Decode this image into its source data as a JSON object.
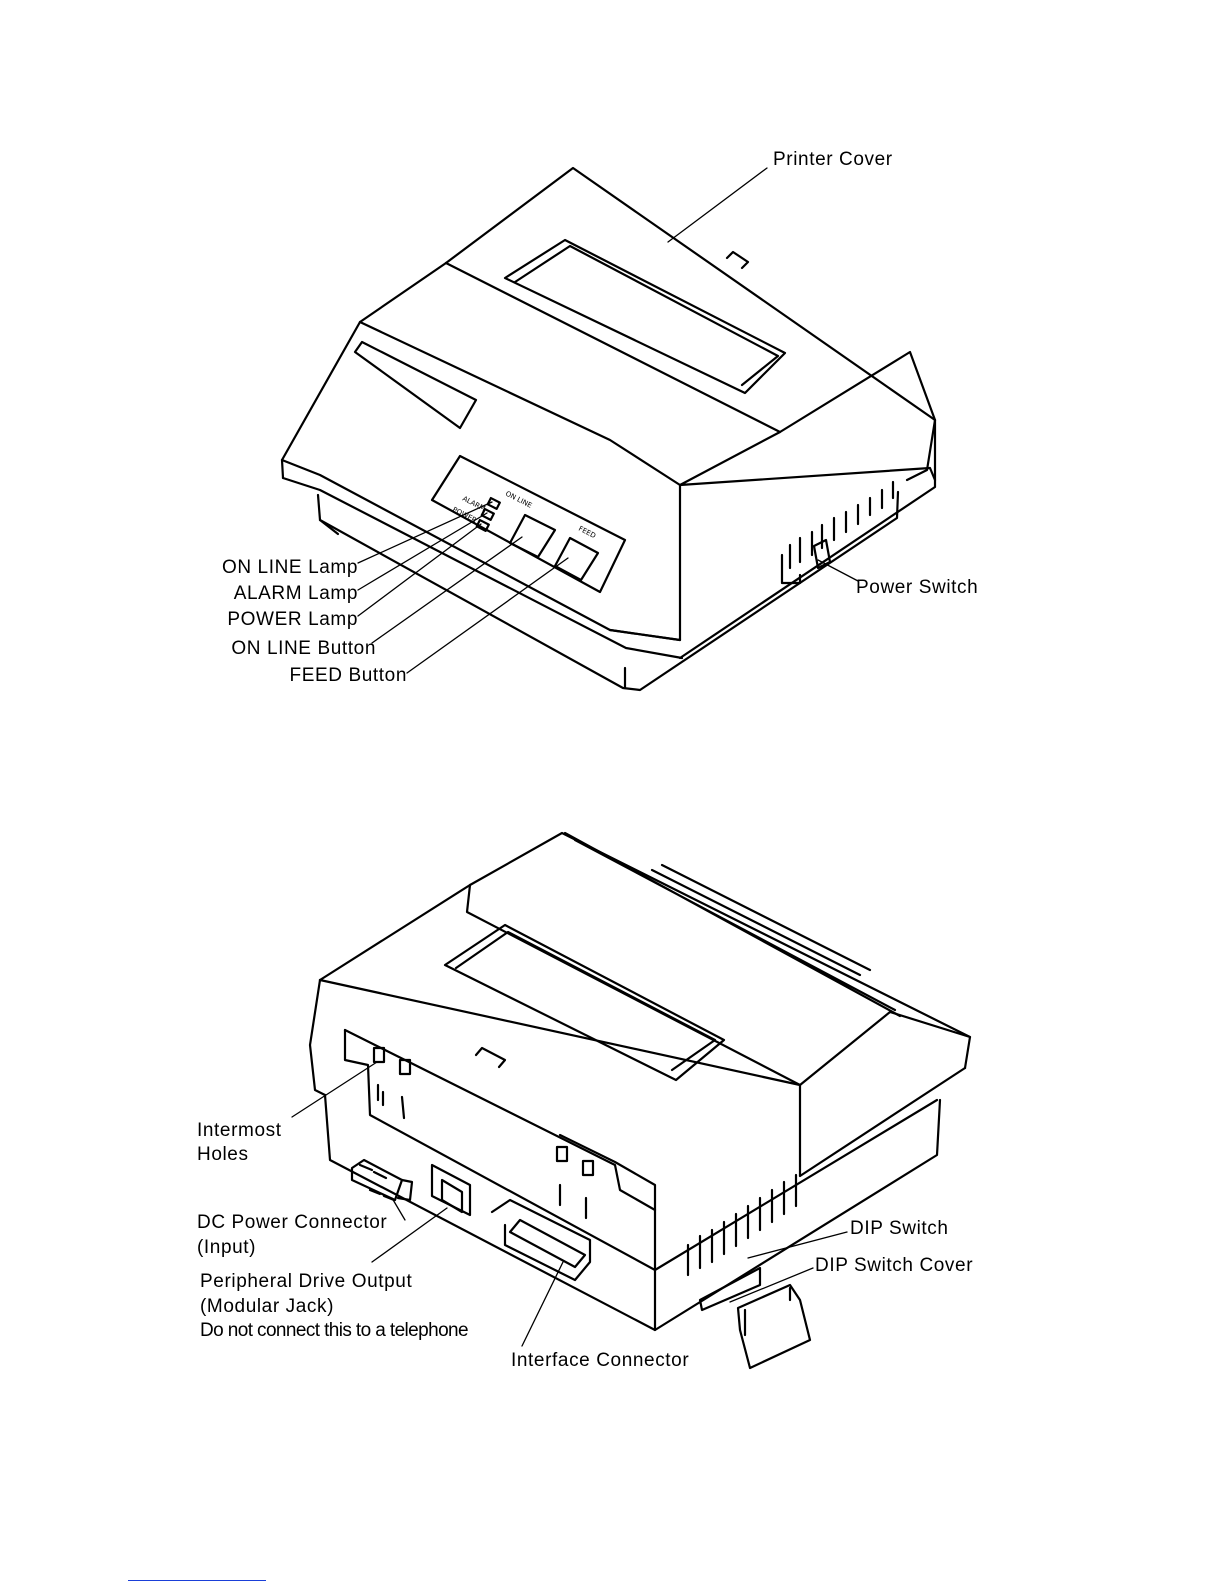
{
  "front_view": {
    "labels": {
      "printer_cover": "Printer Cover",
      "on_line_lamp": "ON LINE Lamp",
      "alarm_lamp": "ALARM Lamp",
      "power_lamp": "POWER Lamp",
      "on_line_button": "ON LINE Button",
      "feed_button": "FEED Button",
      "power_switch": "Power Switch"
    },
    "panel_text": {
      "on_line": "ON LINE",
      "alarm": "ALARM",
      "power": "POWER",
      "feed": "FEED"
    }
  },
  "rear_view": {
    "labels": {
      "intermost_holes_line1": "Intermost",
      "intermost_holes_line2": "Holes",
      "dc_power_line1": "DC Power Connector",
      "dc_power_line2": "(Input)",
      "peripheral_line1": "Peripheral Drive Output",
      "peripheral_line2": "(Modular Jack)",
      "peripheral_line3": "Do not connect this to a telephone",
      "interface_connector": "Interface Connector",
      "dip_switch": "DIP Switch",
      "dip_switch_cover": "DIP Switch Cover"
    }
  },
  "colors": {
    "ink": "#000000",
    "paper": "#ffffff",
    "footer_rule": "#1a3fd8"
  }
}
